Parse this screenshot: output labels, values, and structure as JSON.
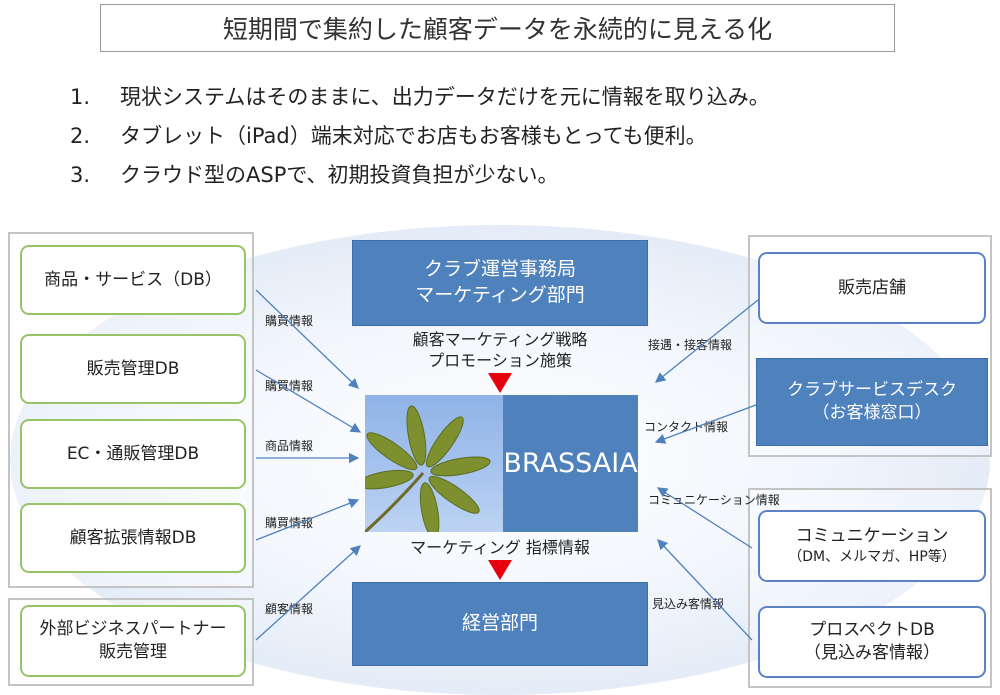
{
  "title": "短期間で集約した顧客データを永続的に見える化",
  "points": [
    {
      "num": "1.",
      "text": "現状システムはそのままに、出力データだけを元に情報を取り込み。"
    },
    {
      "num": "2.",
      "text": "タブレット（iPad）端末対応でお店もお客様もとっても便利。"
    },
    {
      "num": "3.",
      "text": "クラウド型のASPで、初期投資負担が少ない。"
    }
  ],
  "left_sources": [
    "商品・サービス（DB）",
    "販売管理DB",
    "EC・通販管理DB",
    "顧客拡張情報DB"
  ],
  "partner": {
    "line1": "外部ビジネスパートナー",
    "line2": "販売管理"
  },
  "left_flows": [
    "購買情報",
    "購買情報",
    "商品情報",
    "購買情報",
    "顧客情報"
  ],
  "top_box": {
    "line1": "クラブ運営事務局",
    "line2": "マーケティング部門"
  },
  "top_flow": {
    "line1": "顧客マーケティング戦略",
    "line2": "プロモーション施策"
  },
  "center": {
    "name": "BRASSAIA"
  },
  "bottom_flow": "マーケティング 指標情報",
  "bottom_box": "経営部門",
  "right_top": {
    "store": "販売店舗",
    "desk_line1": "クラブサービスデスク",
    "desk_line2": "（お客様窓口）"
  },
  "right_top_flows": [
    "接遇・接客情報",
    "コンタクト情報"
  ],
  "right_bottom": {
    "comm_line1": "コミュニケーション",
    "comm_line2": "（DM、メルマガ、HP等）",
    "prospect_line1": "プロスペクトDB",
    "prospect_line2": "（見込み客情報）"
  },
  "right_bottom_flows": [
    "コミュニケーション情報",
    "見込み客情報"
  ],
  "colors": {
    "accent_blue": "#4f81bd",
    "green_border": "#98c468",
    "arrow_red": "#e8000f",
    "arrow_blue": "#4f81bd"
  }
}
